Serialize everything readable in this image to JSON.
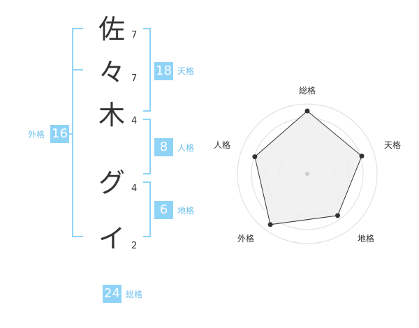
{
  "name": {
    "characters": [
      {
        "char": "佐",
        "strokes": "7"
      },
      {
        "char": "々",
        "strokes": "7"
      },
      {
        "char": "木",
        "strokes": "4"
      },
      {
        "char": "グ",
        "strokes": "4"
      },
      {
        "char": "イ",
        "strokes": "2"
      }
    ]
  },
  "fortunes": {
    "tenkaku": {
      "label": "天格",
      "value": "18"
    },
    "jinkaku": {
      "label": "人格",
      "value": "8"
    },
    "chikaku": {
      "label": "地格",
      "value": "6"
    },
    "gaikaku": {
      "label": "外格",
      "value": "16"
    },
    "soukaku": {
      "label": "総格",
      "value": "24"
    }
  },
  "radar": {
    "labels": [
      "総格",
      "天格",
      "地格",
      "外格",
      "人格"
    ],
    "levels": [
      0.9,
      0.82,
      0.74,
      0.9,
      0.79
    ],
    "colors": {
      "fill": "#eeeeee",
      "stroke": "#333333",
      "ring": "#dddddd"
    }
  },
  "colors": {
    "accent": "#8fd3f7",
    "accent_text": "#6fc1ec",
    "text": "#333333"
  }
}
